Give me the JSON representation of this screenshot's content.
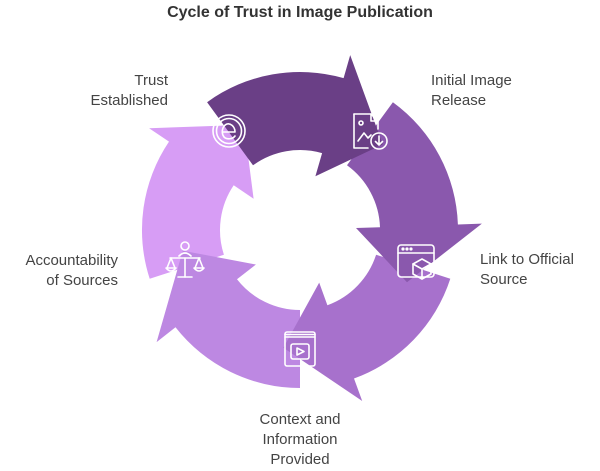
{
  "title": "Cycle of Trust in Image Publication",
  "steps": [
    {
      "label": "Initial Image\nRelease",
      "icon": "image-download-icon",
      "color": "#6a3f86"
    },
    {
      "label": "Link to Official\nSource",
      "icon": "browser-package-icon",
      "color": "#8a58ad"
    },
    {
      "label": "Context and\nInformation\nProvided",
      "icon": "book-video-icon",
      "color": "#a771cc"
    },
    {
      "label": "Accountability\nof Sources",
      "icon": "scales-person-icon",
      "color": "#bd88e2"
    },
    {
      "label": "Trust\nEstablished",
      "icon": "seal-e-icon",
      "color": "#d79df5"
    }
  ]
}
